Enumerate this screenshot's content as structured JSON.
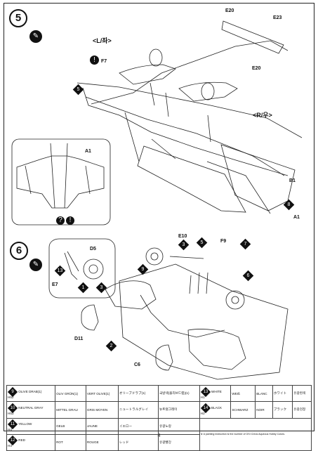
{
  "step5": {
    "number": "5",
    "left_label": "<L/좌>",
    "right_label": "<R/우>",
    "parts": [
      "F7",
      "E20",
      "E23",
      "E20",
      "A1",
      "B1",
      "A1"
    ],
    "callouts": [
      "5",
      "8"
    ],
    "warning": "!",
    "detail_marks": [
      "?",
      "!"
    ]
  },
  "step6": {
    "number": "6",
    "parts": [
      "D5",
      "E7",
      "D11",
      "E10",
      "F9",
      "C6"
    ],
    "callouts": [
      "1",
      "3",
      "13",
      "3",
      "5",
      "7",
      "6",
      "2",
      "9"
    ]
  },
  "paint_table": {
    "rows": [
      [
        {
          "code": "9",
          "name": "OLIVE DRAB(1)"
        },
        {
          "name": "OLIV GRÜN(1)"
        },
        {
          "name": "VERT OLIVE(1)"
        },
        {
          "name": "オリーブドラブ(1)"
        },
        {
          "name": "국방색(올리브드랩)(1)"
        },
        {
          "code": "13",
          "name": "WHITE"
        },
        {
          "name": "WEIß"
        },
        {
          "name": "BLANC"
        },
        {
          "name": "ホワイト"
        },
        {
          "name": "유광흰색"
        }
      ],
      [
        {
          "code": "10",
          "name": "NEUTRAL GRAY"
        },
        {
          "name": "MITTEL GRAU"
        },
        {
          "name": "GRIS MOYEN"
        },
        {
          "name": "ニュートラルグレイ"
        },
        {
          "name": "뉴트럴그레이"
        },
        {
          "code": "14",
          "name": "BLACK"
        },
        {
          "name": "SCHWARZ"
        },
        {
          "name": "NOIR"
        },
        {
          "name": "ブラック"
        },
        {
          "name": "유광검정"
        }
      ],
      [
        {
          "code": "11",
          "name": "YELLOW"
        },
        {
          "name": "GELB"
        },
        {
          "name": "JAUNE"
        },
        {
          "name": "イエロー"
        },
        {
          "name": "유광노랑"
        },
        {
          "note": "※ A painting instruction is the number of GSI Creos Aqueous Hobby Colors."
        }
      ],
      [
        {
          "code": "12",
          "name": "RED"
        },
        {
          "name": "ROT"
        },
        {
          "name": "ROUGE"
        },
        {
          "name": "レッド"
        },
        {
          "name": "유광빨강"
        }
      ]
    ],
    "codes": {
      "9": "H52",
      "10": "H53",
      "11": "H4",
      "12": "H3",
      "13": "H1",
      "14": "H2"
    }
  },
  "page_number": "4"
}
